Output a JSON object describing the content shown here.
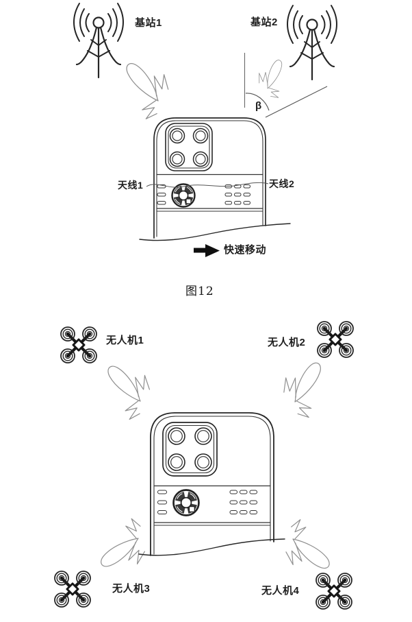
{
  "figure_top": {
    "caption": "图12",
    "labels": {
      "base_station_1": "基站1",
      "base_station_2": "基站2",
      "antenna_1": "天线1",
      "antenna_2": "天线2",
      "angle_beta": "β",
      "fast_move": "快速移动"
    }
  },
  "figure_bottom": {
    "labels": {
      "drone_1": "无人机1",
      "drone_2": "无人机2",
      "drone_3": "无人机3",
      "drone_4": "无人机4"
    }
  },
  "colors": {
    "ink": "#262626",
    "sketch_gray": "#8f8f8f",
    "blade_dark": "#3a3a3a",
    "background": "#ffffff"
  }
}
